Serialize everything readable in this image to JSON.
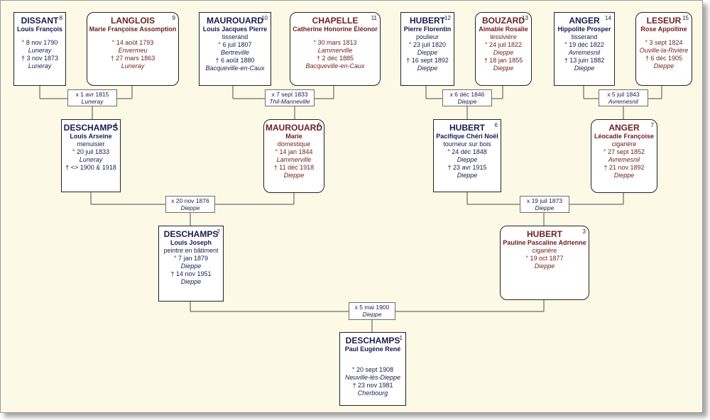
{
  "persons": [
    {
      "num": "1",
      "surname": "DESCHAMPS",
      "given": "Paul Eugène René",
      "occupation": "",
      "birth": "° 20 sept 1908",
      "birth_place": "Neuville-lès-Dieppe",
      "death": "† 23 nov 1981",
      "death_place": "Cherbourg"
    },
    {
      "num": "2",
      "surname": "DESCHAMPS",
      "given": "Louis Joseph",
      "occupation": "peintre en bâtiment",
      "birth": "° 7 jan 1879",
      "birth_place": "Dieppe",
      "death": "† 14 nov 1951",
      "death_place": "Dieppe"
    },
    {
      "num": "3",
      "surname": "HUBERT",
      "given": "Pauline Pascaline Adrienne",
      "occupation": "cigarière",
      "birth": "° 19 oct 1877",
      "birth_place": "Dieppe",
      "death": "",
      "death_place": ""
    },
    {
      "num": "4",
      "surname": "DESCHAMPS",
      "given": "Louis Arseine",
      "occupation": "menuisier",
      "birth": "° 20 juil 1833",
      "birth_place": "Luneray",
      "death": "† <> 1900 & 1918",
      "death_place": ""
    },
    {
      "num": "5",
      "surname": "MAUROUARD",
      "given": "Marie",
      "occupation": "domestique",
      "birth": "° 14 jan 1844",
      "birth_place": "Lammerville",
      "death": "† 11 déc 1918",
      "death_place": "Dieppe"
    },
    {
      "num": "6",
      "surname": "HUBERT",
      "given": "Pacifique Chéri Noël",
      "occupation": "tourneur sur bois",
      "birth": "° 24 déc 1848",
      "birth_place": "Dieppe",
      "death": "† 23 avr 1915",
      "death_place": "Dieppe"
    },
    {
      "num": "7",
      "surname": "ANGER",
      "given": "Léocadie Françoise",
      "occupation": "cigarière",
      "birth": "° 27 sept 1852",
      "birth_place": "Avremesnil",
      "death": "† 21 nov 1892",
      "death_place": "Dieppe"
    },
    {
      "num": "8",
      "surname": "DISSANT",
      "given": "Louis François",
      "occupation": "",
      "birth": "° 8 nov 1790",
      "birth_place": "Luneray",
      "death": "† 3 nov 1873",
      "death_place": "Luneray"
    },
    {
      "num": "9",
      "surname": "LANGLOIS",
      "given": "Marie Françoise Assomption",
      "occupation": "",
      "birth": "° 14 août 1793",
      "birth_place": "Envermeu",
      "death": "† 27 mars 1863",
      "death_place": "Luneray"
    },
    {
      "num": "10",
      "surname": "MAUROUARD",
      "given": "Louis Jacques Pierre",
      "occupation": "tisserand",
      "birth": "° 6 juil 1807",
      "birth_place": "Bertreville",
      "death": "† 6 août 1880",
      "death_place": "Bacqueville-en-Caux"
    },
    {
      "num": "11",
      "surname": "CHAPELLE",
      "given": "Catherine Honorine Éléonor",
      "occupation": "",
      "birth": "° 30 mars 1813",
      "birth_place": "Lammerville",
      "death": "† 2 déc 1885",
      "death_place": "Bacqueville-en-Caux"
    },
    {
      "num": "12",
      "surname": "HUBERT",
      "given": "Pierre Florentin",
      "occupation": "poulieur",
      "birth": "° 23 juil 1820",
      "birth_place": "Dieppe",
      "death": "† 16 sept 1892",
      "death_place": "Dieppe"
    },
    {
      "num": "13",
      "surname": "BOUZARD",
      "given": "Aimable Rosalie",
      "occupation": "lessivière",
      "birth": "° 24 juil 1822",
      "birth_place": "Dieppe",
      "death": "† 18 jan 1855",
      "death_place": "Dieppe"
    },
    {
      "num": "14",
      "surname": "ANGER",
      "given": "Hippolite Prosper",
      "occupation": "tisserand",
      "birth": "° 19 déc 1822",
      "birth_place": "Avremesnil",
      "death": "† 13 juin 1882",
      "death_place": "Dieppe"
    },
    {
      "num": "15",
      "surname": "LESEUR",
      "given": "Rose Appolline",
      "occupation": "",
      "birth": "° 3 sept 1824",
      "birth_place": "Ouville-la-Rivière",
      "death": "† 6 déc 1905",
      "death_place": "Dieppe"
    }
  ],
  "marriages": [
    {
      "date": "x 1 avr 1815",
      "place": "Luneray"
    },
    {
      "date": "x 7 sept 1833",
      "place": "Thil-Manneville"
    },
    {
      "date": "x 6 déc 1846",
      "place": "Dieppe"
    },
    {
      "date": "x 5 juil 1843",
      "place": "Avremesnil"
    },
    {
      "date": "x 20 nov 1876",
      "place": "Dieppe"
    },
    {
      "date": "x 19 juil 1873",
      "place": "Dieppe"
    },
    {
      "date": "x 5 mai 1900",
      "place": "Dieppe"
    }
  ]
}
